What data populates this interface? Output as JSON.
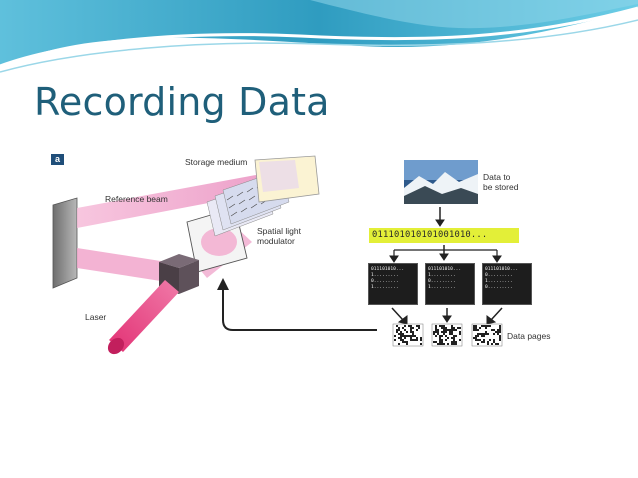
{
  "slide": {
    "title": "Recording Data"
  },
  "figure": {
    "panel_label": "a",
    "labels": {
      "storage_medium": "Storage medium",
      "reference_beam": "Reference beam",
      "spatial_light_modulator_line1": "Spatial light",
      "spatial_light_modulator_line2": "modulator",
      "laser": "Laser",
      "data_to_be_stored_line1": "Data to",
      "data_to_be_stored_line2": "be stored",
      "data_pages": "Data pages"
    },
    "binary_string": "011101010101001010...",
    "pages": [
      {
        "line1": "011101010...",
        "line2": "1.........",
        "line3": "0.........",
        "line4": "1........."
      },
      {
        "line1": "011101010...",
        "line2": "1.........",
        "line3": "0.........",
        "line4": "1........."
      },
      {
        "line1": "011101010...",
        "line2": "0.........",
        "line3": "1.........",
        "line4": "0........."
      }
    ]
  },
  "colors": {
    "title": "#1f5f7a",
    "header_teal": "#3fa6c4",
    "beam_pink": "#f3a8cf",
    "laser_red": "#e83a78",
    "binary_highlight": "#e3ef38"
  }
}
